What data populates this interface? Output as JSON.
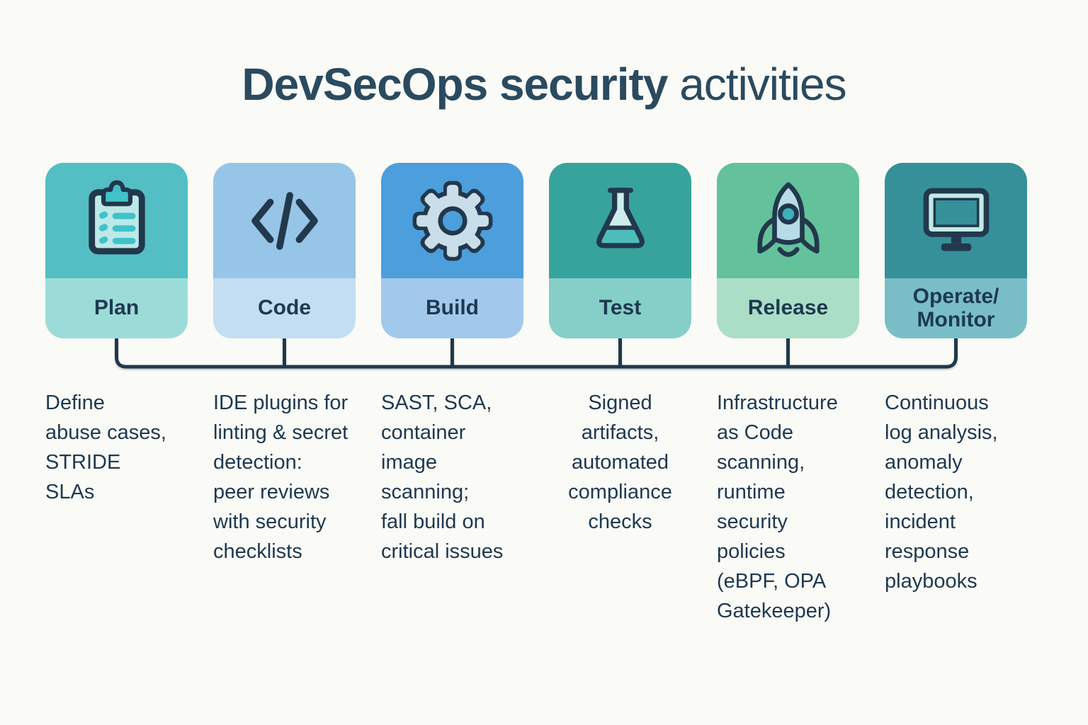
{
  "title": {
    "bold": "DevSecOps security",
    "regular": " activities"
  },
  "colors": {
    "background": "#fafaf6",
    "ink": "#22384c",
    "title": "#2a4a5f",
    "text": "#1e3950",
    "connector": "#20384a"
  },
  "stages": [
    {
      "label": "Plan",
      "icon": "clipboard-checklist-icon",
      "top": "#53bec4",
      "bottom": "#9cdcd8",
      "icon_fill": "#bce9e7",
      "icon_accent": "#41c2c9",
      "align": "left",
      "description": "Define\nabuse cases,\nSTRIDE\nSLAs"
    },
    {
      "label": "Code",
      "icon": "code-brackets-icon",
      "top": "#97c5e7",
      "bottom": "#c3def3",
      "icon_fill": "#97c5e7",
      "icon_accent": "#97c5e7",
      "align": "left",
      "description": "IDE plugins for\nlinting & secret\ndetection:\npeer reviews\nwith security\nchecklists"
    },
    {
      "label": "Build",
      "icon": "gear-icon",
      "top": "#4d9edc",
      "bottom": "#a2c9eb",
      "icon_fill": "#cadee9",
      "icon_accent": "#cadee9",
      "align": "left",
      "description": "SAST, SCA,\ncontainer\nimage\nscanning;\nfall build on\ncritical issues"
    },
    {
      "label": "Test",
      "icon": "flask-icon",
      "top": "#37a39d",
      "bottom": "#85cfc8",
      "icon_fill": "#cdecea",
      "icon_accent": "#4dbdbc",
      "align": "center",
      "description": "Signed\nartifacts,\nautomated\ncompliance\nchecks"
    },
    {
      "label": "Release",
      "icon": "rocket-icon",
      "top": "#63c29b",
      "bottom": "#abdec6",
      "icon_fill": "#b7dce7",
      "icon_accent": "#3fb0ba",
      "align": "left",
      "description": "Infrastructure\nas Code\nscanning,\nruntime\nsecurity\npolicies\n(eBPF, OPA\nGatekeeper)"
    },
    {
      "label": "Operate/\nMonitor",
      "icon": "monitor-icon",
      "top": "#35909a",
      "bottom": "#79bec6",
      "icon_fill": "#c2e9e6",
      "icon_accent": "#35909a",
      "align": "left",
      "description": "Continuous\nlog analysis,\nanomaly\ndetection,\nincident\nresponse\nplaybooks"
    }
  ]
}
